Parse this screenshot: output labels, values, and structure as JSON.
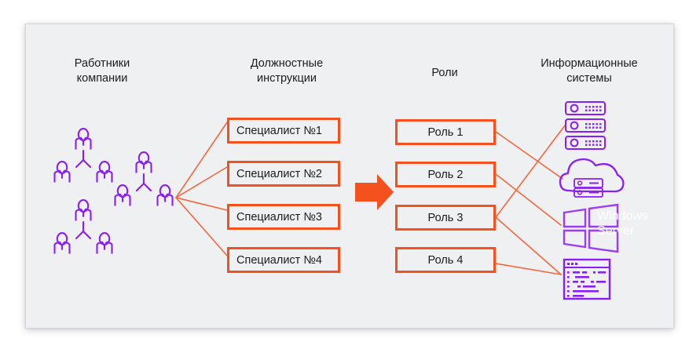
{
  "page": {
    "background": "#ffffff",
    "card_background": "#eff0f2",
    "accent_orange": "#f4511e",
    "line_orange": "#f4673c",
    "icon_purple": "#8b1ef4",
    "text_color": "#1c1c1c"
  },
  "columns": [
    {
      "id": "employees",
      "label": "Работники\nкомпании"
    },
    {
      "id": "job-descriptions",
      "label": "Должностные\nинструкции"
    },
    {
      "id": "roles",
      "label": "Роли"
    },
    {
      "id": "information-systems",
      "label": "Информационные\nсистемы"
    }
  ],
  "specialists": [
    {
      "label": "Специалист №1"
    },
    {
      "label": "Специалист №2"
    },
    {
      "label": "Специалист №3"
    },
    {
      "label": "Специалист №4"
    }
  ],
  "roles": [
    {
      "label": "Роль 1"
    },
    {
      "label": "Роль 2"
    },
    {
      "label": "Роль 3"
    },
    {
      "label": "Роль 4"
    }
  ],
  "systems": [
    {
      "id": "server-stack",
      "icon": "server-stack-icon",
      "label": ""
    },
    {
      "id": "cloud-server",
      "icon": "cloud-server-icon",
      "label": ""
    },
    {
      "id": "windows-server",
      "icon": "windows-logo-icon",
      "label": "Windows\nServer"
    },
    {
      "id": "code-editor",
      "icon": "code-window-icon",
      "label": ""
    }
  ],
  "employee_groups": [
    {
      "id": "group-1"
    },
    {
      "id": "group-2"
    },
    {
      "id": "group-3"
    }
  ],
  "arrow": {
    "id": "transform-arrow",
    "direction": "right",
    "color": "#f4511e"
  },
  "connections": {
    "employees_to_specialists": [
      "Специалист №1",
      "Специалист №2",
      "Специалист №3",
      "Специалист №4"
    ],
    "roles_to_systems": [
      {
        "from": "Роль 1",
        "to": "cloud-server"
      },
      {
        "from": "Роль 2",
        "to": "windows-server"
      },
      {
        "from": "Роль 3",
        "to": "server-stack"
      },
      {
        "from": "Роль 3",
        "to": "code-editor"
      },
      {
        "from": "Роль 4",
        "to": "code-editor"
      }
    ]
  }
}
